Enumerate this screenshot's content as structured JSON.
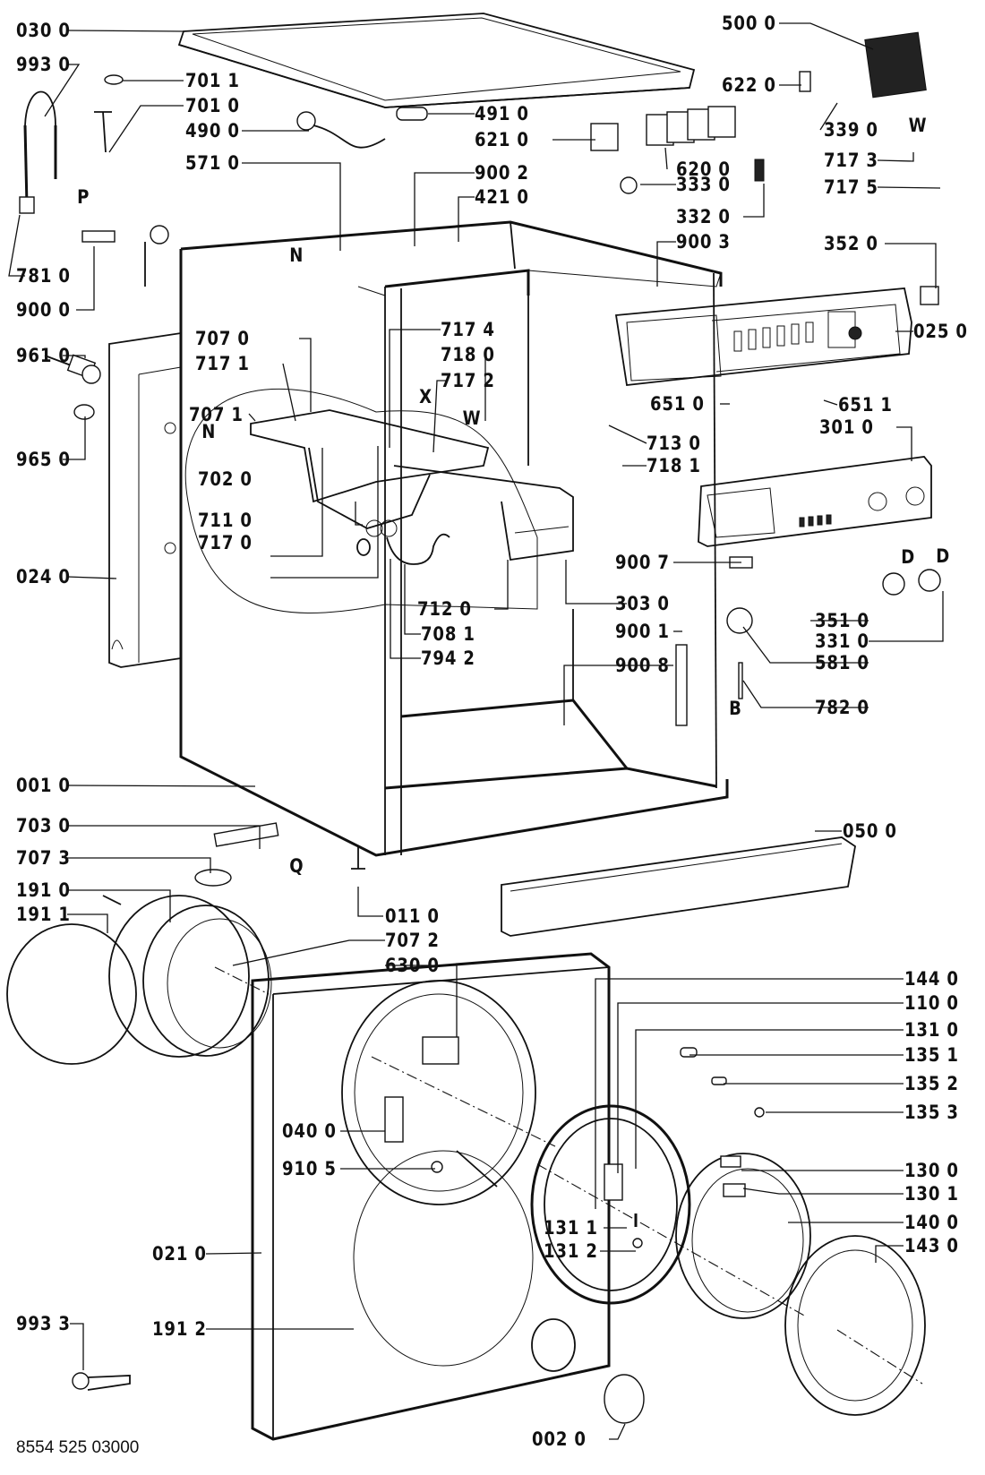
{
  "title": "Washing machine exploded parts diagram",
  "document_number": "8554 525 03000",
  "part_labels": {
    "030_0": "030 0",
    "993_0": "993 0",
    "701_1": "701 1",
    "701_0": "701 0",
    "490_0": "490 0",
    "571_0": "571 0",
    "781_0": "781 0",
    "900_0": "900 0",
    "491_0": "491 0",
    "621_0": "621 0",
    "900_2": "900 2",
    "421_0": "421 0",
    "500_0": "500 0",
    "622_0": "622 0",
    "339_0": "339 0",
    "717_3": "717 3",
    "717_5": "717 5",
    "620_0": "620 0",
    "333_0": "333 0",
    "332_0": "332 0",
    "900_3": "900 3",
    "352_0": "352 0",
    "025_0": "025 0",
    "961_0": "961 0",
    "965_0": "965 0",
    "024_0": "024 0",
    "707_0": "707 0",
    "717_1": "717 1",
    "707_1": "707 1",
    "702_0": "702 0",
    "711_0": "711 0",
    "717_0": "717 0",
    "717_4": "717 4",
    "718_0": "718 0",
    "717_2": "717 2",
    "712_0": "712 0",
    "708_1": "708 1",
    "794_2": "794 2",
    "651_0": "651 0",
    "651_1": "651 1",
    "713_0": "713 0",
    "718_1": "718 1",
    "301_0": "301 0",
    "900_7": "900 7",
    "303_0": "303 0",
    "900_1": "900 1",
    "900_8": "900 8",
    "351_0": "351 0",
    "331_0": "331 0",
    "581_0": "581 0",
    "782_0": "782 0",
    "001_0": "001 0",
    "703_0": "703 0",
    "707_3": "707 3",
    "191_0": "191 0",
    "191_1": "191 1",
    "011_0": "011 0",
    "707_2": "707 2",
    "630_0": "630 0",
    "050_0": "050 0",
    "144_0": "144 0",
    "110_0": "110 0",
    "131_0": "131 0",
    "135_1": "135 1",
    "135_2": "135 2",
    "135_3": "135 3",
    "130_0": "130 0",
    "130_1": "130 1",
    "140_0": "140 0",
    "143_0": "143 0",
    "040_0": "040 0",
    "910_5": "910 5",
    "131_1": "131 1",
    "131_2": "131 2",
    "021_0": "021 0",
    "993_3": "993 3",
    "191_2": "191 2",
    "002_0": "002 0"
  },
  "letter_markers": {
    "P": "P",
    "N_top": "N",
    "N_left": "N",
    "X": "X",
    "W_dispenser": "W",
    "W_right": "W",
    "D_left": "D",
    "D_right": "D",
    "B": "B",
    "Q": "Q"
  }
}
